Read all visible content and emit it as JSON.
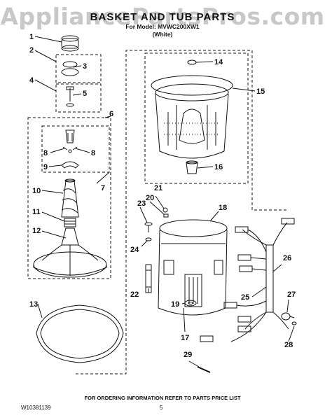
{
  "watermark": "AppliancePartsPros.com",
  "header": {
    "title": "BASKET AND TUB PARTS",
    "model_line": "For Model: MVWC200XW1",
    "color_line": "(White)"
  },
  "callouts": [
    "1",
    "2",
    "3",
    "4",
    "5",
    "6",
    "7",
    "8",
    "8",
    "9",
    "10",
    "11",
    "12",
    "13",
    "14",
    "15",
    "16",
    "17",
    "18",
    "19",
    "20",
    "21",
    "22",
    "23",
    "24",
    "25",
    "26",
    "27",
    "28",
    "29"
  ],
  "footer": {
    "ordering_note": "FOR ORDERING INFORMATION REFER TO PARTS PRICE LIST",
    "doc_number": "W10381139",
    "page_number": "5"
  }
}
